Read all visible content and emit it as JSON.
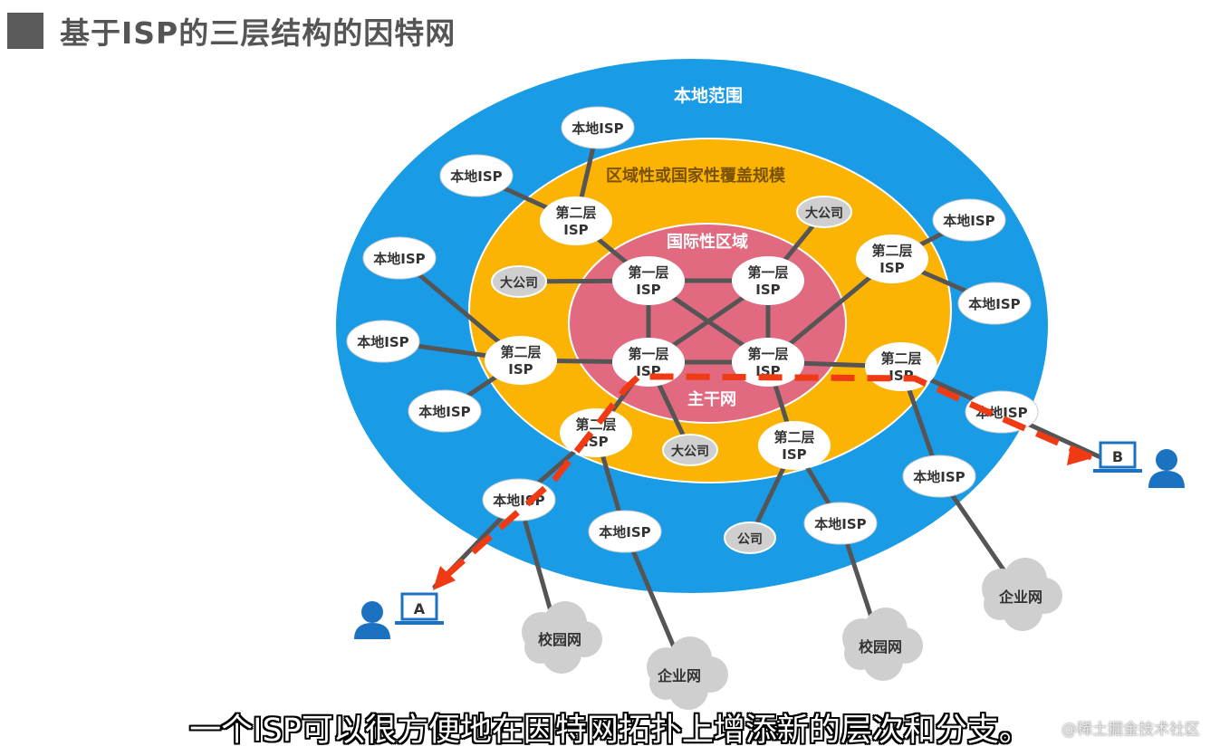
{
  "title": "基于ISP的三层结构的因特网",
  "rings": {
    "outer": "本地范围",
    "middle": "区域性或国家性覆盖规模",
    "inner": "国际性区域",
    "backbone": "主干网"
  },
  "nodes": {
    "local_isp": "本地ISP",
    "tier2_line1": "第二层",
    "tier2_line2": "ISP",
    "tier1_line1": "第一层",
    "tier1_line2": "ISP",
    "big_company": "大公司",
    "company": "公司",
    "campus": "校园网",
    "enterprise": "企业网"
  },
  "hosts": {
    "a": "A",
    "b": "B"
  },
  "subtitle": "一个ISP可以很方便地在因特网拓扑上增添新的层次和分支。",
  "watermark": "@稀土掘金技术社区",
  "colors": {
    "outer": "#1a9be6",
    "middle": "#fbb404",
    "inner": "#e26a80",
    "path": "#f03a14",
    "host": "#1b72c0"
  }
}
